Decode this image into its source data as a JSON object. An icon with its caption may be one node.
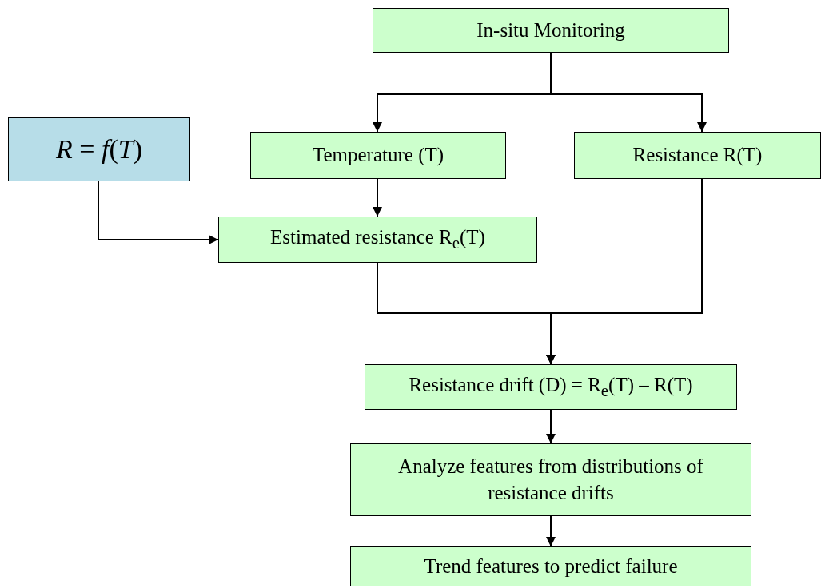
{
  "diagram": {
    "nodes": [
      {
        "text": [
          "In-situ Monitoring"
        ]
      },
      {
        "text": [
          "*R* = *f*(*T*)"
        ]
      },
      {
        "text": [
          "Temperature (T)"
        ]
      },
      {
        "text": [
          "Resistance R(T)"
        ]
      },
      {
        "text": [
          "Estimated resistance  R$_{e}$(T)"
        ]
      },
      {
        "text": [
          "Resistance drift (D) = R$_{e}$(T) – R(T)"
        ]
      },
      {
        "text": [
          "Analyze features from distributions of resistance drifts"
        ]
      },
      {
        "text": [
          "Trend features to predict failure"
        ]
      }
    ],
    "edges": [
      {
        "from": 0,
        "to": 2,
        "arrow": "to"
      },
      {
        "from": 0,
        "to": 3,
        "arrow": "to"
      },
      {
        "from": 1,
        "to": 4,
        "arrow": "to"
      },
      {
        "from": 2,
        "to": 4,
        "arrow": "to"
      },
      {
        "from": 4,
        "to": 5,
        "arrow": "to"
      },
      {
        "from": 3,
        "to": 5,
        "arrow": "to"
      },
      {
        "from": 5,
        "to": 6,
        "arrow": "to"
      },
      {
        "from": 6,
        "to": 7,
        "arrow": "to"
      }
    ]
  }
}
